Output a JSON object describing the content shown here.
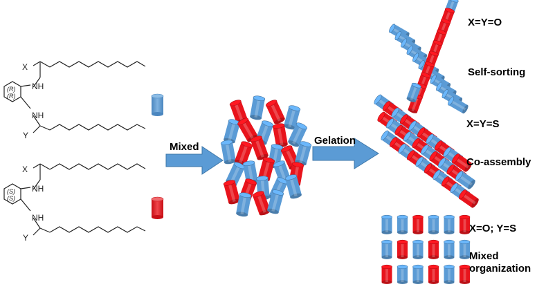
{
  "molecules": [
    {
      "atom_x": "X",
      "atom_y": "Y",
      "nh_1": "NH",
      "nh_2": "NH",
      "stereo_1": "(R)",
      "stereo_2": "(R)",
      "cylinder_color": "#5b9bd5"
    },
    {
      "atom_x": "X",
      "atom_y": "Y",
      "nh_1": "NH",
      "nh_2": "NH",
      "stereo_1": "(S)",
      "stereo_2": "(S)",
      "cylinder_color": "#e8141c"
    }
  ],
  "arrows": {
    "mixed": "Mixed",
    "gelation": "Gelation"
  },
  "outcomes": [
    {
      "condition": "X=Y=O",
      "description": "Self-sorting"
    },
    {
      "condition": "X=Y=S",
      "description": "Co-assembly"
    },
    {
      "condition": "X=O; Y=S",
      "description": "Mixed organization"
    }
  ],
  "colors": {
    "blue": "#5b9bd5",
    "red": "#e8141c",
    "arrow": "#5b9bd5"
  }
}
